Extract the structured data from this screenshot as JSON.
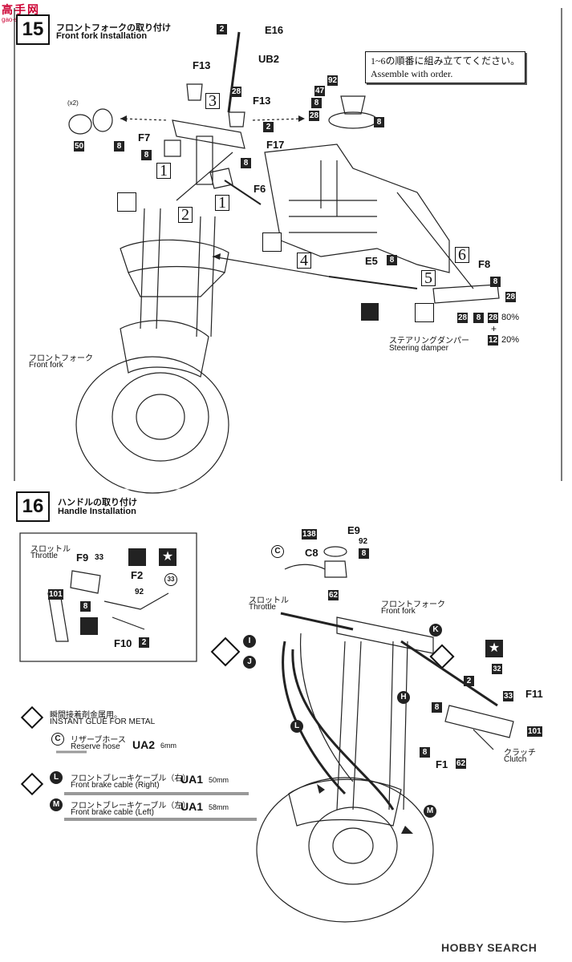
{
  "watermark_top": {
    "cn": "高手网",
    "url": "gao-shou.com"
  },
  "step15": {
    "number": "15",
    "title_jp": "フロントフォークの取り付け",
    "title_en": "Front fork Installation",
    "order_note_jp": "1~6の順番に組み立ててください。",
    "order_note_en": "Assemble with order.",
    "parts": {
      "e16": "E16",
      "ub2": "UB2",
      "f13a": "F13",
      "f13b": "F13",
      "f17": "F17",
      "f7": "F7",
      "f6": "F6",
      "e5": "E5",
      "f8": "F8"
    },
    "paints": {
      "p2a": "2",
      "p28a": "28",
      "p2b": "2",
      "p8a": "8",
      "p8b": "8",
      "p50": "50",
      "p8c": "8",
      "p92": "92",
      "p47": "47",
      "p8d": "8",
      "p28b": "28",
      "p8e": "8",
      "p8f": "8",
      "p8g": "8",
      "p28c": "28",
      "p28d": "28",
      "p8h": "8",
      "p28e": "28",
      "p12": "12",
      "pct80": "80%",
      "pct20": "20%",
      "plus": "+"
    },
    "times": "(x2)",
    "orders": [
      "1",
      "1",
      "2",
      "3",
      "4",
      "5",
      "6"
    ],
    "front_fork_jp": "フロントフォーク",
    "front_fork_en": "Front fork",
    "damper_jp": "ステアリングダンパー",
    "damper_en": "Steering damper"
  },
  "step16": {
    "number": "16",
    "title_jp": "ハンドルの取り付け",
    "title_en": "Handle Installation",
    "inset": {
      "throttle_jp": "スロットル",
      "throttle_en": "Throttle",
      "f9": "F9",
      "p33a": "33",
      "f2": "F2",
      "p33b": "33",
      "p101": "101",
      "p8": "8",
      "p92": "92",
      "f10": "F10",
      "p2": "2"
    },
    "main": {
      "p138": "138",
      "c": "C",
      "c8": "C8",
      "e9": "E9",
      "p92": "92",
      "p8a": "8",
      "p62a": "62",
      "throttle_jp": "スロットル",
      "throttle_en": "Throttle",
      "front_fork_jp": "フロントフォーク",
      "front_fork_en": "Front fork",
      "i": "I",
      "j": "J",
      "k": "K",
      "h": "H",
      "l": "L",
      "m": "M",
      "p2": "2",
      "p32": "32",
      "p8b": "8",
      "p33": "33",
      "f11": "F11",
      "p101": "101",
      "p8c": "8",
      "f1": "F1",
      "p62b": "62",
      "clutch_jp": "クラッチ",
      "clutch_en": "Clutch"
    },
    "legend": {
      "glue_jp": "瞬間接着剤金属用。",
      "glue_en": "INSTANT GLUE  FOR METAL",
      "c_letter": "C",
      "c_jp": "リザーブホース",
      "c_en": "Reserve hose",
      "c_part": "UA2",
      "c_len": "6mm",
      "l_letter": "L",
      "l_jp": "フロントブレーキケーブル（右）",
      "l_en": "Front brake cable (Right)",
      "l_part": "UA1",
      "l_len": "50mm",
      "m_letter": "M",
      "m_jp": "フロントブレーキケーブル（左）",
      "m_en": "Front brake cable (Left)",
      "m_part": "UA1",
      "m_len": "58mm"
    }
  },
  "footer": {
    "brand": "HOBBY SEARCH"
  }
}
